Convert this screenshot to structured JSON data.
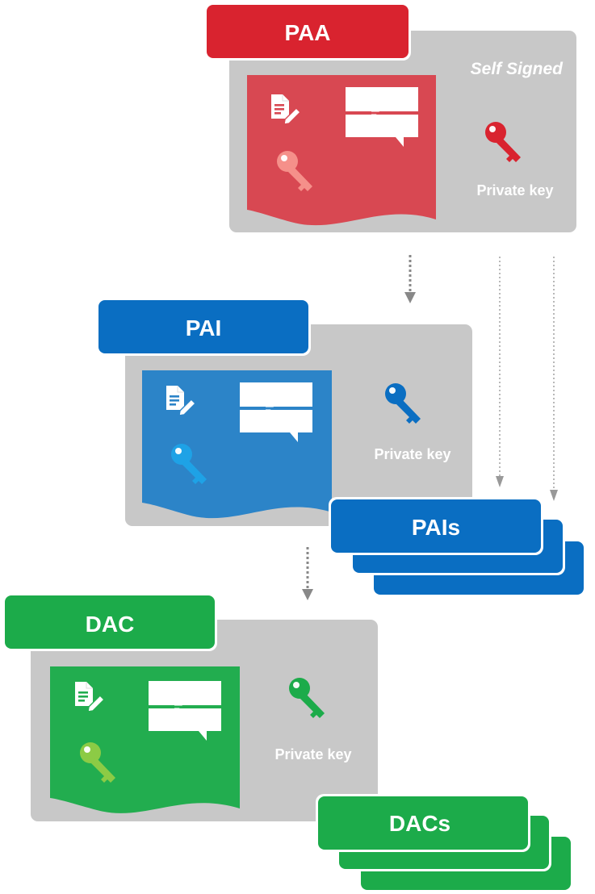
{
  "diagram": {
    "paa": {
      "tab_label": "PAA",
      "self_signed_label": "Self Signed",
      "private_key_label": "Private key",
      "color": "#d9232f",
      "doc_color": "#d84852",
      "key_color": "#d9232f",
      "doc_key_color": "#f5908a"
    },
    "pai": {
      "tab_label": "PAI",
      "private_key_label": "Private key",
      "color": "#0a6ec2",
      "doc_color": "#2c84c8",
      "key_color": "#0a6ec2",
      "doc_key_color": "#1ea2e6"
    },
    "pais_stack": {
      "label": "PAIs",
      "color": "#0a6ec2"
    },
    "dac": {
      "tab_label": "DAC",
      "private_key_label": "Private key",
      "color": "#1cab4a",
      "doc_color": "#22ad4f",
      "key_color": "#1cab4a",
      "doc_key_color": "#8ccb45"
    },
    "dacs_stack": {
      "label": "DACs",
      "color": "#1cab4a"
    },
    "panel_color": "#c8c8c8"
  }
}
